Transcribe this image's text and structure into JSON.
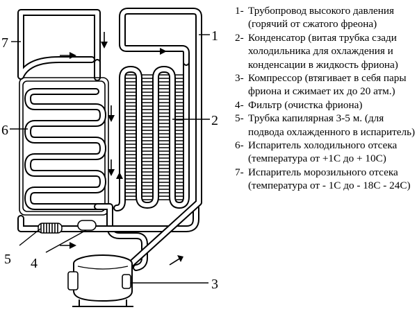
{
  "callouts": [
    "1",
    "2",
    "3",
    "4",
    "5",
    "6",
    "7"
  ],
  "legend": [
    {
      "num": "1-",
      "text": "Трубопровод высокого давления (горячий от сжатого фреона)"
    },
    {
      "num": "2-",
      "text": "Конденсатор (витая трубка сзади холодильника для охлаждения и конденсации в жидкость фриона)"
    },
    {
      "num": "3-",
      "text": "Компрессор (втягивает в себя пары фриона и сжимает их до 20 атм.)"
    },
    {
      "num": "4-",
      "text": "Фильтр (очистка фриона)"
    },
    {
      "num": "5-",
      "text": "Трубка капилярная 3-5 м. (для подвода охлажденного в испаритель)"
    },
    {
      "num": "6-",
      "text": "Испаритель холодильного отсека (температура от +1С до + 10С)"
    },
    {
      "num": "7-",
      "text": "Испаритель морозильного отсека (температура от - 1С до - 18С - 24С)"
    }
  ],
  "colors": {
    "line": "#000000",
    "background": "#ffffff"
  },
  "icons": [
    "arrow-icon",
    "compressor-icon",
    "filter-icon",
    "capillary-coil-icon"
  ]
}
